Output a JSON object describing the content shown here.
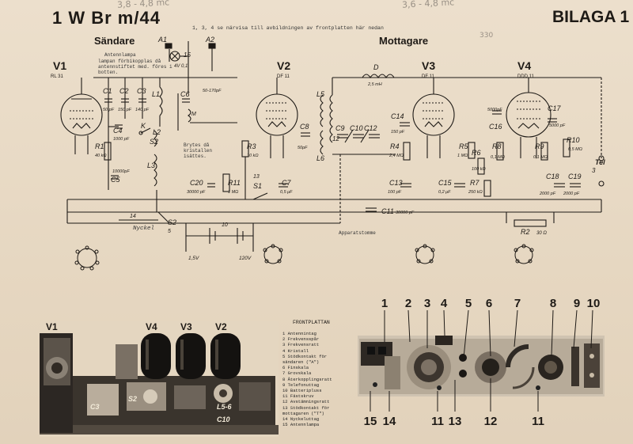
{
  "header": {
    "title": "1 W Br  m/44",
    "annex": "BILAGA 1",
    "pencil_left": "3,8 - 4,8 mc",
    "pencil_right": "3,6 - 4,8 mc",
    "pencil_mid": "330"
  },
  "sections": {
    "transmitter": "Sändare",
    "receiver": "Mottagare"
  },
  "notes": {
    "front_note": "1, 3, 4 se närvisa till avbildningen av frontplatten här nedan",
    "antenna_lamp": "Antennlampa",
    "lamp_note": "lampan förbikopplas då antennstiftet med. föres i botten.",
    "crystal_note": "Brytes då kristallen isättes.",
    "chassis": "Apparatstomme",
    "key": "Nyckel"
  },
  "tubes": [
    {
      "id": "V1",
      "type": "RL 31"
    },
    {
      "id": "V2",
      "type": "DF 11"
    },
    {
      "id": "V3",
      "type": "DF 11"
    },
    {
      "id": "V4",
      "type": "DDD 11"
    }
  ],
  "schematic_labels": {
    "a1": "A1",
    "a2": "A2",
    "antenna_num": "15",
    "lamp": "4V 0,1",
    "c1": "C1",
    "c1v": "50 pF",
    "c2": "C2",
    "c2v": "150 pF",
    "c3": "C3",
    "c3v": "140 pF",
    "l1": "L1",
    "c6": "C6",
    "c6v": "50-170pF",
    "c4": "C4",
    "c4v": "1000 pF",
    "r1": "R1",
    "r1v": "40 kΩ",
    "c5": "C5",
    "c5v": "10000pF",
    "k": "K",
    "l2": "L2",
    "s2": "S2",
    "l3": "L3",
    "m": "M",
    "r3": "R3",
    "r3v": "10 kΩ",
    "c20": "C20",
    "c20v": "30000 pF",
    "r11": "R11",
    "r11v": "1 MΩ",
    "s1": "S1",
    "n13": "13",
    "c7": "C7",
    "c7v": "0,5 μF",
    "l5": "L5",
    "l6": "L6",
    "d": "D",
    "dv": "2,5 mH",
    "c8": "C8",
    "c8v": "50pF",
    "c9": "C9",
    "c10": "C10",
    "c12": "C12",
    "n12": "12",
    "c14": "C14",
    "c14v": "150 pF",
    "r4": "R4",
    "r4v": "2,4 MΩ",
    "c13": "C13",
    "c13v": "100 pF",
    "c11": "C11",
    "c11v": "30000 pF",
    "c15": "C15",
    "c15v": "0,2 μF",
    "r5": "R5",
    "r5v": "1 MΩ",
    "r6": "R6",
    "r6v": "100 kΩ",
    "r7": "R7",
    "r7v": "250 kΩ",
    "c16": "C16",
    "c16v": "5000pF",
    "c17": "C17",
    "c17v": "5000 pF",
    "r8": "R8",
    "r8v": "0,1 MΩ",
    "r9": "R9",
    "r9v": "0,1 MΩ",
    "r10": "R10",
    "r10v": "0,5 MΩ",
    "c18": "C18",
    "c18v": "2000 pF",
    "c19": "C19",
    "c19v": "2000 pF",
    "tel": "Tel",
    "n3": "3",
    "r2": "R2",
    "r2v": "30 Ω",
    "n14": "14",
    "n5": "5",
    "s2b": "S2",
    "n10": "10",
    "v15": "1,5V",
    "v120": "120V"
  },
  "photo_left": {
    "tube_labels": [
      "V1",
      "V4",
      "V3",
      "V2"
    ],
    "parts": [
      "C3",
      "S2",
      "L5-6",
      "C10"
    ]
  },
  "legend": {
    "title": "FRONTPLATTAN",
    "items": [
      "1   Antennintag",
      "2   Frekvensspår",
      "3   Frekvensratt",
      "4   Kristall",
      "5   Stödkontakt för",
      "    sändaren (\"A\")",
      "6   Finskala",
      "7   Grovskala",
      "8   Återkopplingsratt",
      "9   Telefonuttag",
      "10  Batteripluss",
      "11  Fästskruv",
      "12  Avstämningsratt",
      "13  Stödkontakt för",
      "    mottagaren (\"T\")",
      "14  Nyckeluttag",
      "15  Antennlampa"
    ]
  },
  "panel_callouts": {
    "top": [
      "1",
      "2",
      "3",
      "4",
      "5",
      "6",
      "7",
      "8",
      "9",
      "10"
    ],
    "bottom": [
      "15",
      "14",
      "11",
      "13",
      "12",
      "11"
    ]
  }
}
